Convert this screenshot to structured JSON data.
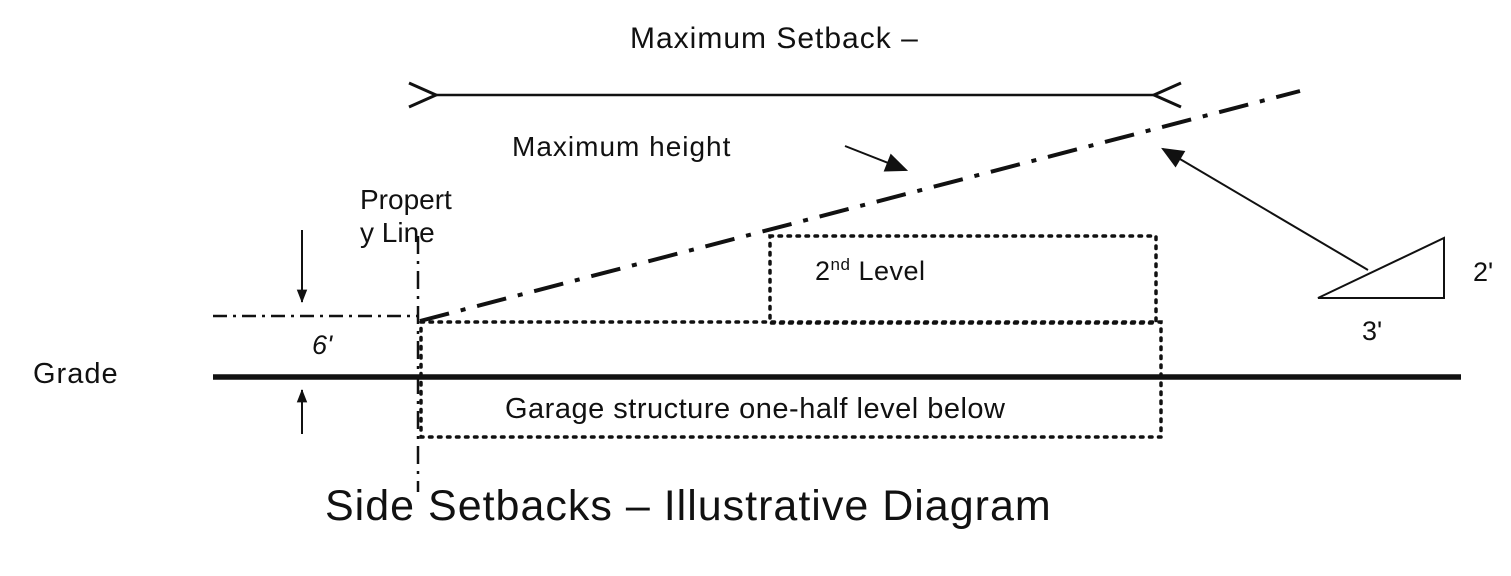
{
  "diagram": {
    "title": "Side Setbacks – Illustrative Diagram",
    "labels": {
      "max_setback": "Maximum Setback –",
      "max_height": "Maximum height",
      "property_line_1": "Propert",
      "property_line_2": "y Line",
      "grade": "Grade",
      "dim_6ft": "6'",
      "level2_base": "2",
      "level2_sup": "nd",
      "level2_rest": " Level",
      "garage": "Garage structure one-half level below",
      "dim_2ft": "2'",
      "dim_3ft": "3'"
    },
    "colors": {
      "ink": "#111111",
      "background": "#ffffff"
    }
  }
}
